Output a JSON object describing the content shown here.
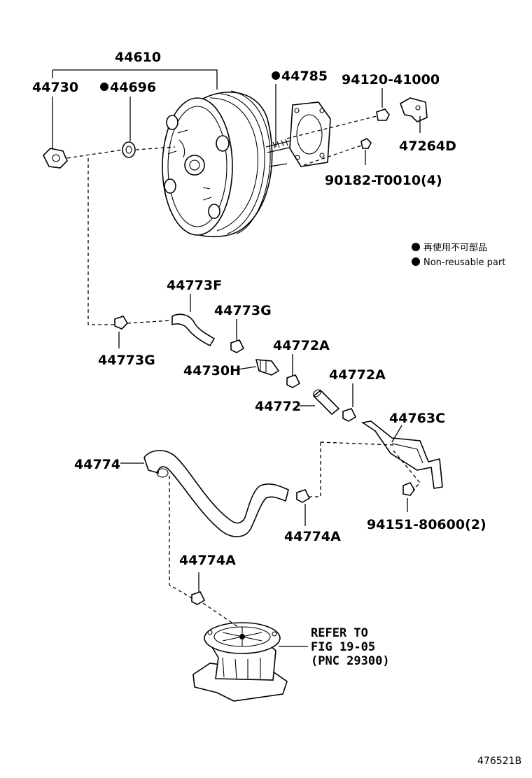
{
  "labels": {
    "booster_assy": "44610",
    "check_valve": "44730",
    "grommet": "44696",
    "gasket": "44785",
    "clevis_nut": "94120-41000",
    "clevis": "47264D",
    "nuts": "90182-T0010(4)",
    "hose_f": "44773F",
    "clip_g_right": "44773G",
    "clip_g_left": "44773G",
    "valve_h": "44730H",
    "clip_a_upper": "44772A",
    "clip_a_lower": "44772A",
    "hose_short": "44772",
    "bracket": "44763C",
    "hose_long": "44774",
    "clip_774a_right": "44774A",
    "clip_774a_lower": "44774A",
    "bolts": "94151-80600(2)",
    "refer_line1": "REFER TO",
    "refer_line2": "FIG 19-05",
    "refer_line3": "(PNC 29300)",
    "diagram_code": "476521B"
  },
  "legend": {
    "jp": "再使用不可部品",
    "en": "Non-reusable part"
  }
}
